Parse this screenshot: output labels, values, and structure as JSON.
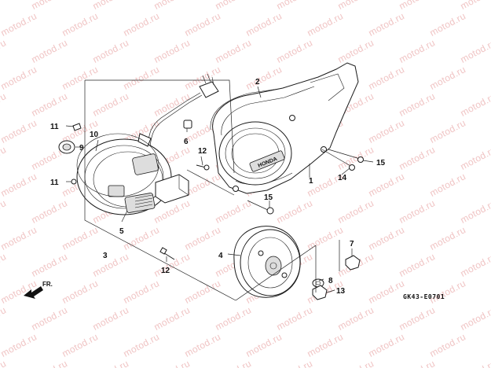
{
  "watermark": "motod.ru",
  "diagram_code": "GK43-E0701",
  "direction_label": "FR.",
  "brand_plate": "HONDA",
  "callouts": [
    "1",
    "2",
    "3",
    "4",
    "5",
    "6",
    "7",
    "8",
    "9",
    "10",
    "11",
    "11",
    "12",
    "12",
    "13",
    "14",
    "15",
    "15"
  ]
}
